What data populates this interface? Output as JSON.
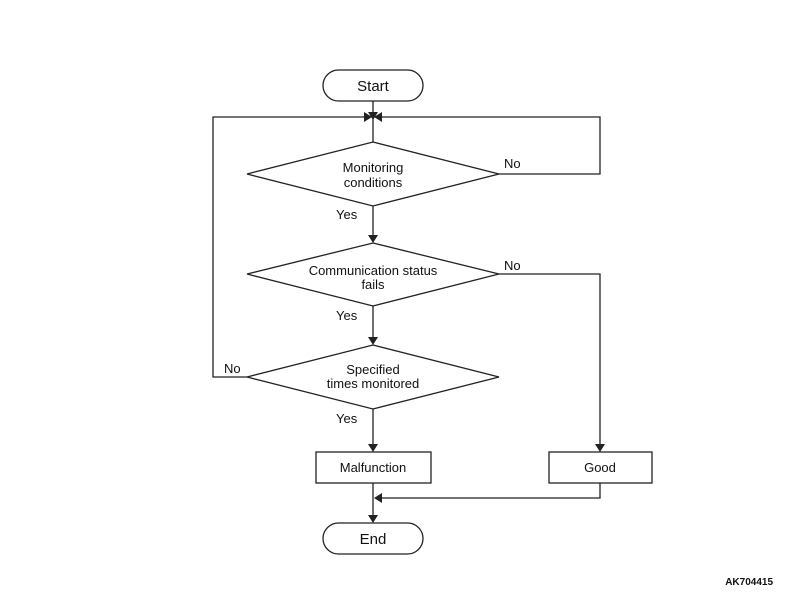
{
  "flowchart": {
    "start": "Start",
    "end": "End",
    "decisions": {
      "monitoring": [
        "Monitoring",
        "conditions"
      ],
      "communication": [
        "Communication status",
        "fails"
      ],
      "specified": [
        "Specified",
        "times monitored"
      ]
    },
    "processes": {
      "malfunction": "Malfunction",
      "good": "Good"
    },
    "edge_labels": {
      "monitoring_no": "No",
      "monitoring_yes": "Yes",
      "communication_no": "No",
      "communication_yes": "Yes",
      "specified_no": "No",
      "specified_yes": "Yes"
    }
  },
  "figure_code": "AK704415"
}
